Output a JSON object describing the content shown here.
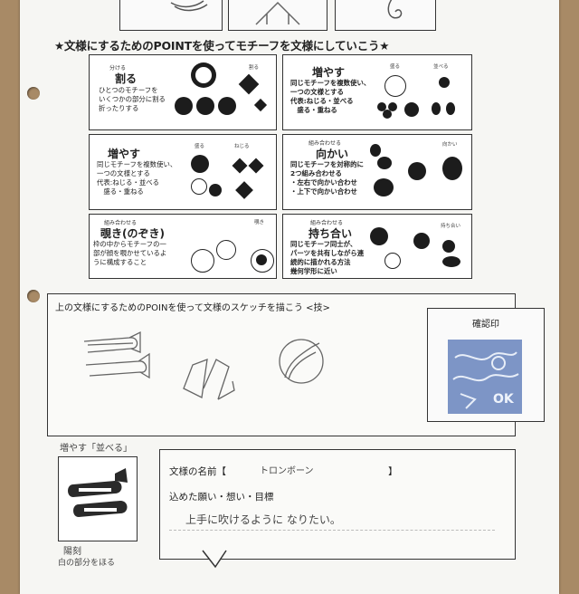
{
  "heading": "★文様にするためのPOINTを使ってモチーフを文様にしていこう★",
  "cards": [
    {
      "sub": "分ける",
      "title": "割る",
      "desc": "ひとつのモチーフを\nいくつかの部分に割る\n折ったりする",
      "label": "割る",
      "bold": false
    },
    {
      "sub": "",
      "title": "増やす",
      "desc": "同じモチーフを複数使い、\n一つの文様とする\n代表:ねじる・並べる\n　盛る・重ねる",
      "label": "盛る",
      "label2": "並べる",
      "bold": true
    },
    {
      "sub": "",
      "title": "増やす",
      "desc": "同じモチーフを複数使い、\n一つの文様とする\n代表:ねじる・並べる\n　盛る・重ねる",
      "label": "盛る",
      "label2": "ねじる",
      "bold": false
    },
    {
      "sub": "組み合わせる",
      "title": "向かい",
      "desc": "同じモチーフを対称的に\n2つ組み合わせる\n・左右で向かい合わせ\n・上下で向かい合わせ",
      "label": "向かい",
      "bold": true
    },
    {
      "sub": "組み合わせる",
      "title": "覗き(のぞき)",
      "desc": "枠の中からモチーフの一\n部が顔を覗かせているよ\nうに構成すること",
      "label": "覗き",
      "bold": false
    },
    {
      "sub": "組み合わせる",
      "title": "持ち合い",
      "desc": "同じモチーフ同士が、\nパーツを共有しながら連\n続的に描かれる方法\n幾何学形に近い",
      "label": "持ち合い",
      "bold": true
    }
  ],
  "sketch": {
    "title": "上の文様にするためのPOINを使って文様のスケッチを描こう <技>"
  },
  "stamp": {
    "label": "確認印",
    "stamp_text": "OK",
    "stamp_color": "#7d95c6"
  },
  "bottom": {
    "handwritten_label": "増やす「並べる」",
    "note_line1": "陽刻",
    "note_line2": "白の部分をほる"
  },
  "info": {
    "name_label": "文様の名前【",
    "name_value": "トロンボーン",
    "name_close": "】",
    "wish_label": "込めた願い・想い・目標",
    "wish_value": "上手に吹けるように なりたい。"
  }
}
